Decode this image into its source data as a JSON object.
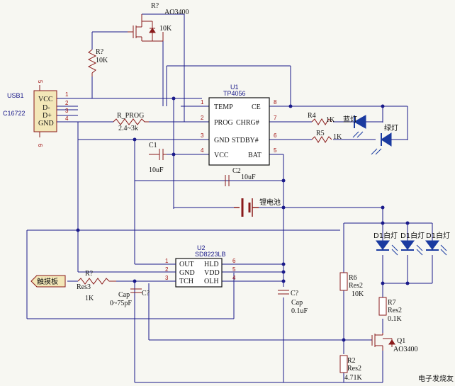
{
  "usb": {
    "ref": "USB1",
    "part": "C16722",
    "pins": [
      "VCC",
      "D-",
      "D+",
      "GND"
    ],
    "pin_numbers": [
      "1",
      "2",
      "3",
      "4"
    ],
    "side_pin_top": "5",
    "side_pin_bottom": "6"
  },
  "q_top": {
    "ref": "R?",
    "part": "AO3400",
    "value": "10K"
  },
  "r_top_left": {
    "ref": "R?",
    "value": "10K"
  },
  "u1": {
    "ref": "U1",
    "part": "TP4056",
    "left_pins": [
      "TEMP",
      "PROG",
      "GND",
      "VCC"
    ],
    "right_pins": [
      "CE",
      "CHRG#",
      "STDBY#",
      "BAT"
    ],
    "left_nums": [
      "1",
      "2",
      "3",
      "4"
    ],
    "right_nums": [
      "8",
      "7",
      "6",
      "5"
    ]
  },
  "r_prog": {
    "ref": "R_PROG",
    "value": "2.4~3k"
  },
  "c1": {
    "ref": "C1",
    "value": "10uF"
  },
  "c2": {
    "ref": "C2",
    "value": "10uF"
  },
  "r4": {
    "ref": "R4",
    "value": "1K",
    "led": "蓝灯"
  },
  "r5": {
    "ref": "R5",
    "value": "1K",
    "led": "绿灯"
  },
  "battery": {
    "label": "锂电池"
  },
  "u2": {
    "ref": "U2",
    "part": "SD8223LB",
    "left_pins": [
      "OUT",
      "GND",
      "TCH"
    ],
    "right_pins": [
      "HLD",
      "VDD",
      "OLH"
    ],
    "left_nums": [
      "1",
      "2",
      "3"
    ],
    "right_nums": [
      "6",
      "5",
      "4"
    ]
  },
  "touch_pad": {
    "label": "触摸板"
  },
  "r_touch": {
    "ref": "R?",
    "part": "Res3",
    "value": "1K"
  },
  "c_touch": {
    "ref": "C?",
    "part": "Cap",
    "value": "0~75pF"
  },
  "c7": {
    "ref": "C?",
    "part": "Cap",
    "value": "0.1uF",
    "ref_right": "C?"
  },
  "white_leds": [
    "D1白灯",
    "D1白灯",
    "D1白灯"
  ],
  "r6": {
    "ref": "R6",
    "part": "Res2",
    "value": "10K"
  },
  "r7": {
    "ref": "R7",
    "part": "Res2",
    "value": "0.1K"
  },
  "r2": {
    "ref": "R2",
    "part": "Res2",
    "value": "4.71K"
  },
  "q1": {
    "ref": "Q1",
    "part": "AO3400"
  },
  "watermark": "电子发烧友"
}
